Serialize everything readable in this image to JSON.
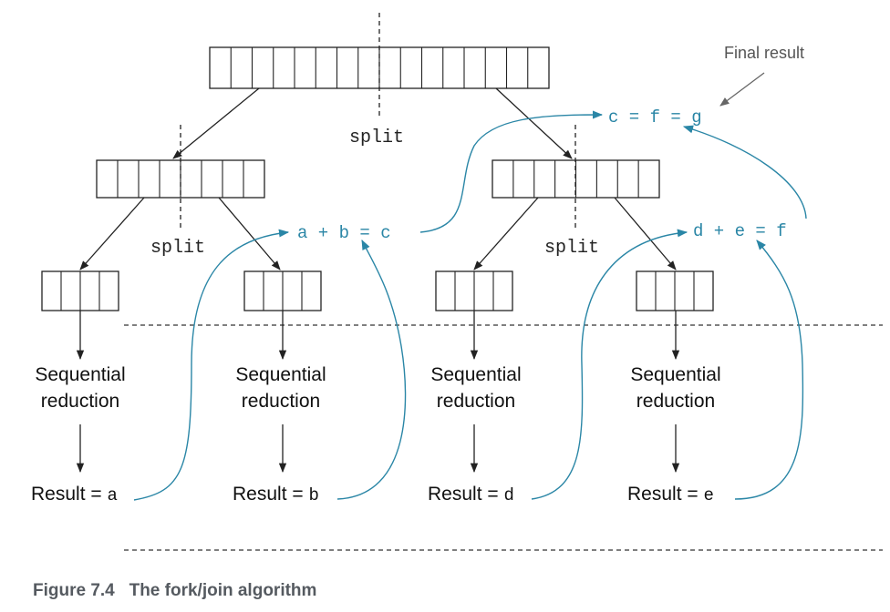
{
  "figure": {
    "caption": "Figure 7.4   The fork/join algorithm",
    "split_label": "split",
    "sequential_label_line1": "Sequential",
    "sequential_label_line2": "reduction",
    "result_prefix": "Result = ",
    "results": [
      "a",
      "b",
      "d",
      "e"
    ],
    "join_left": "a + b = c",
    "join_right": "d + e = f",
    "join_final": "c = f = g",
    "final_label": "Final result",
    "arrays": {
      "root_cells": 16,
      "level1_cells": 8,
      "level2_cells": 4
    },
    "colors": {
      "accent": "#2a86a6",
      "line": "#222222",
      "caption": "#555a60",
      "final_label": "#555555"
    }
  }
}
